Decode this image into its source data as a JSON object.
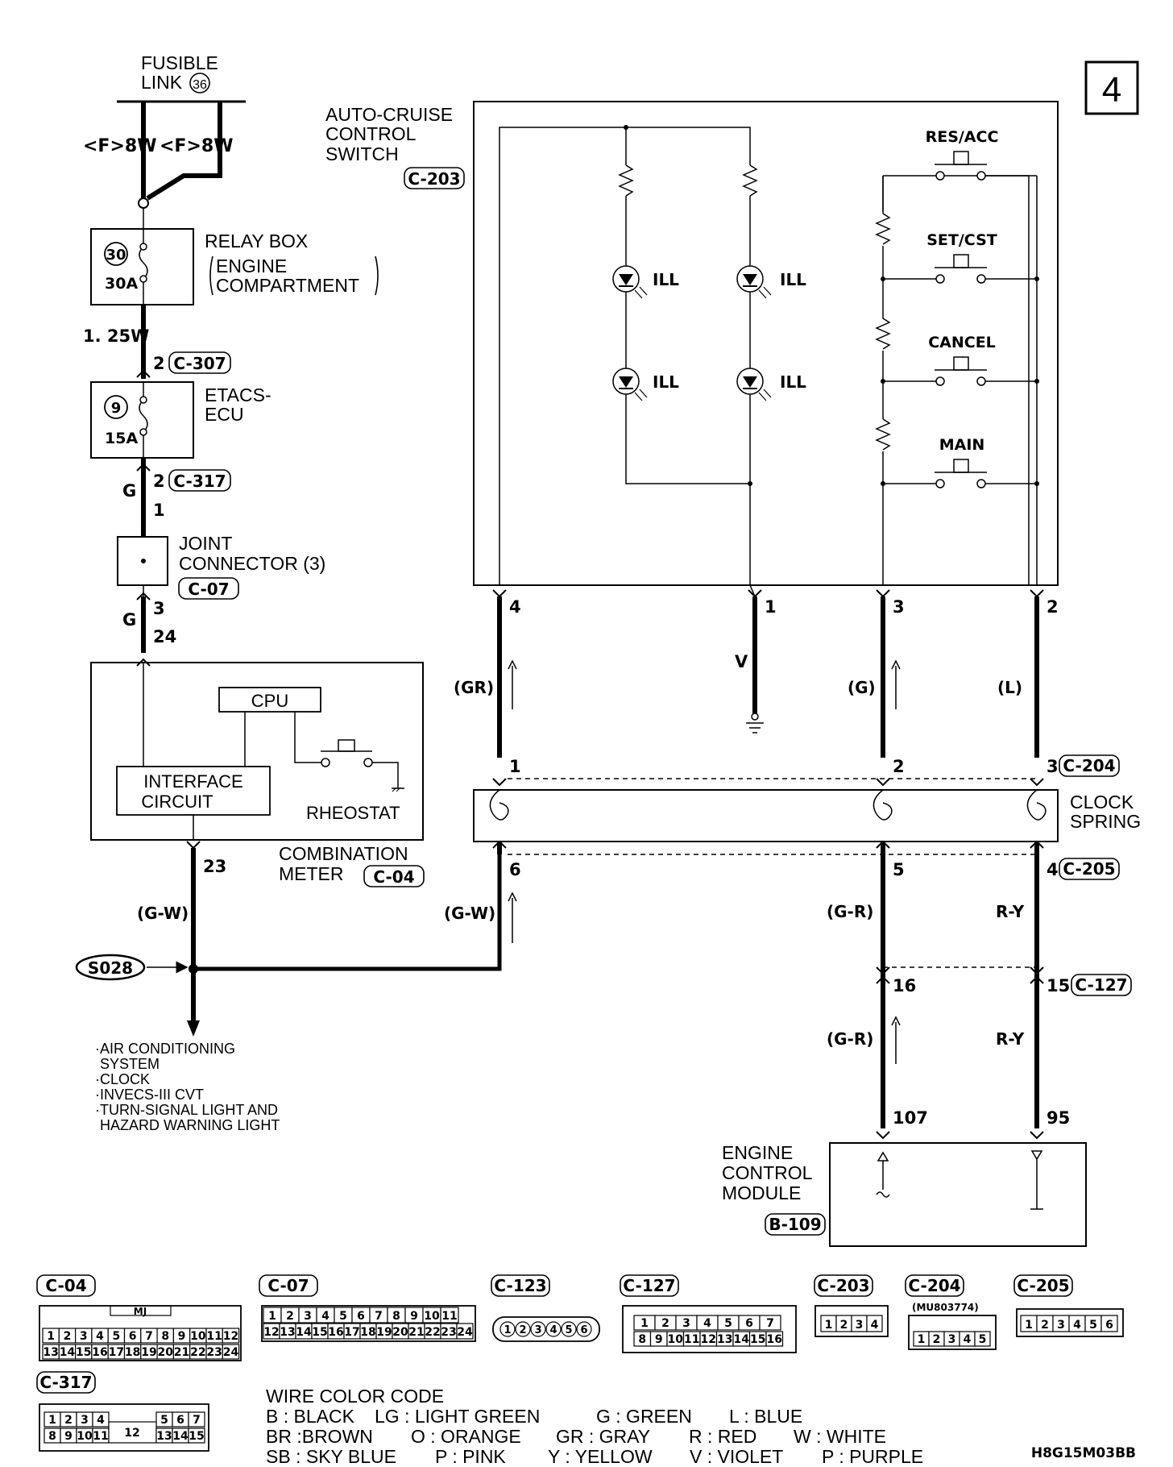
{
  "page_number": "4",
  "diagram_code": "H8G15M03BB",
  "left_circuit": {
    "fusible_link": {
      "line1": "FUSIBLE",
      "line2": "LINK",
      "number": "36"
    },
    "feed_left": "<F>8W",
    "feed_right": "<F>8W",
    "relay_box": {
      "title": "RELAY BOX",
      "line2": "ENGINE",
      "line3": "COMPARTMENT",
      "fuse_no": "30",
      "amps": "30A"
    },
    "wire_125w": "1. 25W",
    "etacs": {
      "line1": "ETACS-",
      "line2": "ECU",
      "fuse_no": "9",
      "amps": "15A",
      "pin_in": "2",
      "conn_in": "C-307",
      "pin_out": "2",
      "conn_out": "C-317"
    },
    "wire_g1": "G",
    "pin_1": "1",
    "joint": {
      "line1": "JOINT",
      "line2": "CONNECTOR (3)",
      "conn": "C-07",
      "pin_out": "3"
    },
    "wire_g2": "G",
    "pin_24": "24",
    "meter": {
      "cpu": "CPU",
      "iface1": "INTERFACE",
      "iface2": "CIRCUIT",
      "rheostat": "RHEOSTAT",
      "name1": "COMBINATION",
      "name2": "METER",
      "conn": "C-04",
      "pin_out": "23"
    },
    "wire_gw": "(G-W)",
    "splice": "S028",
    "destinations": [
      "·AIR CONDITIONING",
      "SYSTEM",
      "·CLOCK",
      "·INVECS-III CVT",
      "·TURN-SIGNAL LIGHT AND",
      "HAZARD WARNING LIGHT"
    ]
  },
  "switch": {
    "name1": "AUTO-CRUISE",
    "name2": "CONTROL",
    "name3": "SWITCH",
    "conn": "C-203",
    "buttons": [
      "RES/ACC",
      "SET/CST",
      "CANCEL",
      "MAIN"
    ],
    "ill_label": "ILL",
    "pins": [
      "4",
      "1",
      "3",
      "2"
    ]
  },
  "wires_upper": {
    "gr": "(GR)",
    "v": "V",
    "g": "(G)",
    "l": "(L)"
  },
  "clock_spring": {
    "line1": "CLOCK",
    "line2": "SPRING",
    "top_pins": [
      "1",
      "2",
      "3"
    ],
    "top_conn": "C-204",
    "bottom_pins": [
      "6",
      "5",
      "4"
    ],
    "bottom_conn": "C-205"
  },
  "wires_lower": {
    "gw": "(G-W)",
    "gr1": "(G-R)",
    "ry1": "R-Y",
    "gr2": "(G-R)",
    "ry2": "R-Y"
  },
  "c127": {
    "pin16": "16",
    "pin15": "15",
    "conn": "C-127"
  },
  "ecm": {
    "line1": "ENGINE",
    "line2": "CONTROL",
    "line3": "MODULE",
    "conn": "B-109",
    "pin107": "107",
    "pin95": "95"
  },
  "connectors": {
    "c04": {
      "label": "C-04",
      "tag": "MJ",
      "row1": [
        "1",
        "2",
        "3",
        "4",
        "5",
        "6",
        "7",
        "8",
        "9",
        "10",
        "11",
        "12"
      ],
      "row2": [
        "13",
        "14",
        "15",
        "16",
        "17",
        "18",
        "19",
        "20",
        "21",
        "22",
        "23",
        "24"
      ]
    },
    "c07": {
      "label": "C-07",
      "row1": [
        "1",
        "2",
        "3",
        "4",
        "5",
        "6",
        "7",
        "8",
        "9",
        "10",
        "11"
      ],
      "row2": [
        "12",
        "13",
        "14",
        "15",
        "16",
        "17",
        "18",
        "19",
        "20",
        "21",
        "22",
        "23",
        "24"
      ]
    },
    "c123": {
      "label": "C-123",
      "pins": [
        "1",
        "2",
        "3",
        "4",
        "5",
        "6"
      ]
    },
    "c127": {
      "label": "C-127",
      "row1": [
        "1",
        "2",
        "3",
        "4",
        "5",
        "6",
        "7"
      ],
      "row2": [
        "8",
        "9",
        "10",
        "11",
        "12",
        "13",
        "14",
        "15",
        "16"
      ]
    },
    "c203": {
      "label": "C-203",
      "pins": [
        "1",
        "2",
        "3",
        "4"
      ]
    },
    "c204": {
      "label": "C-204",
      "part": "(MU803774)",
      "pins": [
        "1",
        "2",
        "3",
        "4",
        "5"
      ]
    },
    "c205": {
      "label": "C-205",
      "pins": [
        "1",
        "2",
        "3",
        "4",
        "5",
        "6"
      ]
    },
    "c317": {
      "label": "C-317",
      "row1": [
        "1",
        "2",
        "3",
        "4",
        "5",
        "6",
        "7"
      ],
      "row2": [
        "8",
        "9",
        "10",
        "11",
        "12",
        "13",
        "14",
        "15"
      ]
    }
  },
  "color_code": {
    "title": "WIRE COLOR CODE",
    "row1": [
      "B : BLACK",
      "LG : LIGHT GREEN",
      "G : GREEN",
      "L : BLUE"
    ],
    "row2": [
      "BR :BROWN",
      "O : ORANGE",
      "GR : GRAY",
      "R : RED",
      "W : WHITE"
    ],
    "row3": [
      "SB : SKY BLUE",
      "P : PINK",
      "Y : YELLOW",
      "V : VIOLET",
      "P : PURPLE"
    ]
  }
}
